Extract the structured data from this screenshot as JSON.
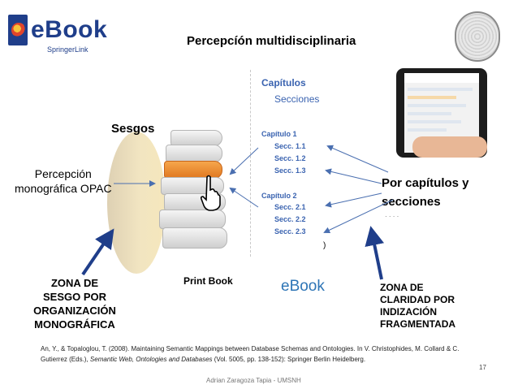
{
  "header": {
    "logo_text": "eBook",
    "logo_sub": "SpringerLink",
    "title": "Percepcíón multidisciplinaria"
  },
  "left": {
    "sesgos": "Sesgos",
    "percepcion_line1": "Percepción",
    "percepcion_line2": "monográfica OPAC",
    "print_book": "Print Book",
    "zona_line1": "ZONA DE",
    "zona_line2": "SESGO POR",
    "zona_line3": "ORGANIZACIÓN",
    "zona_line4": "MONOGRÁFICA"
  },
  "toc": {
    "heading": "Capítulos",
    "subheading": "Secciones",
    "chapters": [
      {
        "title": "Capítulo 1",
        "sections": [
          "Secc. 1.1",
          "Secc. 1.2",
          "Secc. 1.3"
        ]
      },
      {
        "title": "Capítulo 2",
        "sections": [
          "Secc. 2.1",
          "Secc. 2.2",
          "Secc. 2.3"
        ]
      }
    ],
    "ebook_label": "eBook",
    "stray_char": ")"
  },
  "right": {
    "por_line1": "Por capítulos y",
    "por_line2": "secciones",
    "por_fragment": "·  ·  ·  ·",
    "zona_line1": "ZONA DE",
    "zona_line2": "CLARIDAD POR",
    "zona_line3": "INDIZACIÓN",
    "zona_line4": "FRAGMENTADA"
  },
  "citation": {
    "part1": "An, Y., & Topaloglou, T. (2008). Maintaining Semantic Mappings between Database Schemas and Ontologies. In V. Christophides, M. Collard & C. Gutierrez (Eds.),",
    "italic": "Semantic Web, Ontologies and Databases",
    "part2": "(Vol. 5005, pp. 138-152): Springer Berlin Heidelberg."
  },
  "footer": {
    "author": "Adrian Zaragoza Tapia - UMSNH",
    "page": "17"
  },
  "colors": {
    "toc_blue": "#3a63b0",
    "ebook_blue": "#2e75b6",
    "arrow_blue": "#1f3e8a",
    "book_orange": "#e07820",
    "ellipse_tan": "#efe0b6"
  }
}
